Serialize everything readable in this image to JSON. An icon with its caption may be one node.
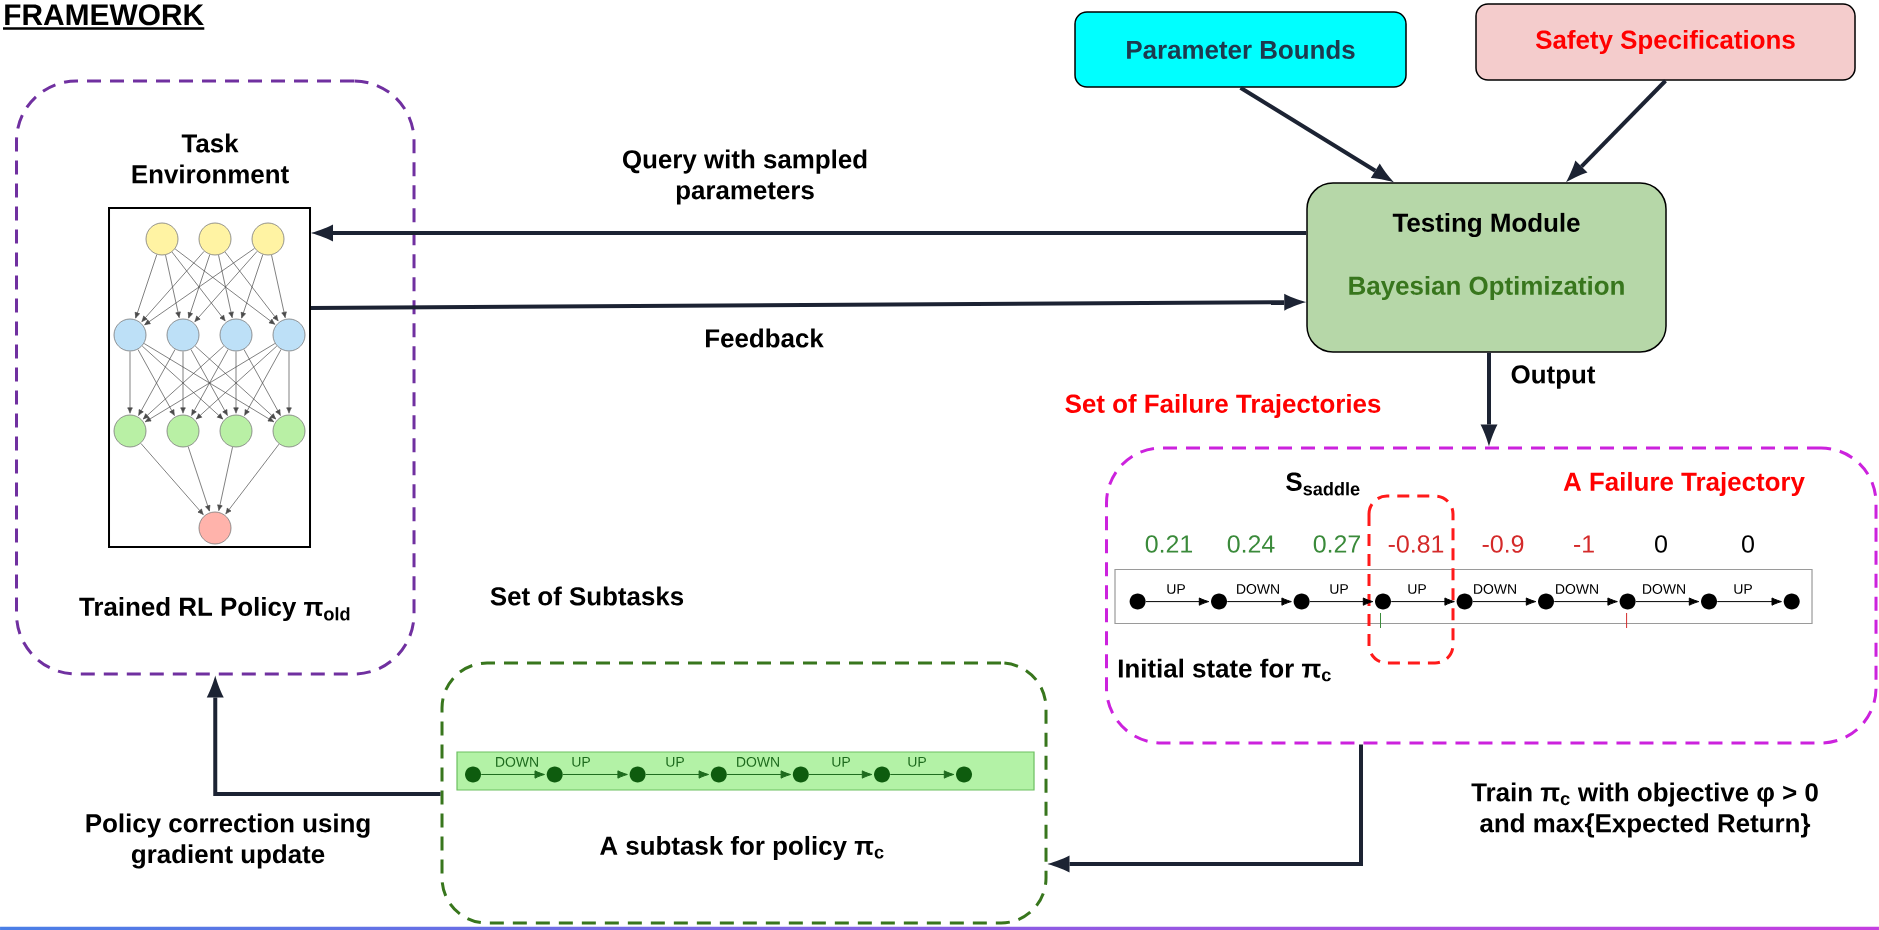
{
  "diagram": {
    "title": "FRAMEWORK",
    "nodes": [
      {
        "text": [
          "Task Environment",
          "Trained RL Policy π$_{old}$"
        ]
      },
      {
        "text": [],
        "shape": "picture",
        "in": 0
      },
      {
        "text": [
          "Parameter Bounds"
        ]
      },
      {
        "text": [
          "Safety Specifications"
        ]
      },
      {
        "text": [
          "Testing Module",
          "Bayesian Optimization"
        ]
      },
      {
        "text": [
          "Set of Failure Trajectories",
          "A Failure Trajectory",
          "Initial state for π$_{c}$"
        ]
      },
      {
        "text": [],
        "shape": "bar",
        "in": 5
      },
      {
        "text": [],
        "shape": "circle",
        "in": 6
      },
      {
        "text": [],
        "shape": "circle",
        "in": 6
      },
      {
        "text": [],
        "shape": "circle",
        "in": 6
      },
      {
        "text": [],
        "shape": "circle",
        "in": 6
      },
      {
        "text": [],
        "shape": "circle",
        "in": 6
      },
      {
        "text": [],
        "shape": "circle",
        "in": 6
      },
      {
        "text": [],
        "shape": "circle",
        "in": 6
      },
      {
        "text": [],
        "shape": "circle",
        "in": 6
      },
      {
        "text": [],
        "shape": "circle",
        "in": 6
      },
      {
        "text": [
          "Set of Subtasks",
          "A subtask for policy π$_{c}$"
        ]
      },
      {
        "text": [],
        "shape": "bar",
        "in": 16
      },
      {
        "text": [],
        "shape": "circle",
        "in": 17
      },
      {
        "text": [],
        "shape": "circle",
        "in": 17
      },
      {
        "text": [],
        "shape": "circle",
        "in": 17
      },
      {
        "text": [],
        "shape": "circle",
        "in": 17
      },
      {
        "text": [],
        "shape": "circle",
        "in": 17
      },
      {
        "text": [],
        "shape": "circle",
        "in": 17
      },
      {
        "text": [],
        "shape": "circle",
        "in": 17
      }
    ],
    "edges": [
      {
        "from": 4,
        "to": 1,
        "arrow": "to",
        "label": "Query with sampled parameters",
        "style": "thick",
        "color": "#1c2333"
      },
      {
        "from": 1,
        "to": 4,
        "arrow": "to",
        "label": "Feedback",
        "style": "thick",
        "color": "#1c2333"
      },
      {
        "from": 2,
        "to": 4,
        "arrow": "to",
        "style": "thick",
        "color": "#1c2333"
      },
      {
        "from": 3,
        "to": 4,
        "arrow": "to",
        "style": "thick",
        "color": "#1c2333"
      },
      {
        "from": 4,
        "to": 5,
        "arrow": "to",
        "label": "Output",
        "style": "thick",
        "color": "#1c2333"
      },
      {
        "from": 5,
        "to": 16,
        "arrow": "to",
        "label": "Train π$_{c}$ with objective φ > 0 and max{Expected Return}",
        "style": "thick",
        "color": "#1c2333"
      },
      {
        "from": 16,
        "to": 0,
        "arrow": "to",
        "label": "Policy correction using gradient update",
        "style": "thick",
        "color": "#1c2333"
      },
      {
        "from": 7,
        "to": 8,
        "arrow": "to",
        "label": "UP"
      },
      {
        "from": 8,
        "to": 9,
        "arrow": "to",
        "label": "DOWN"
      },
      {
        "from": 9,
        "to": 10,
        "arrow": "to",
        "label": "UP"
      },
      {
        "from": 10,
        "to": 11,
        "arrow": "to",
        "label": "UP"
      },
      {
        "from": 11,
        "to": 12,
        "arrow": "to",
        "label": "DOWN"
      },
      {
        "from": 12,
        "to": 13,
        "arrow": "to",
        "label": "DOWN"
      },
      {
        "from": 13,
        "to": 14,
        "arrow": "to",
        "label": "DOWN"
      },
      {
        "from": 14,
        "to": 15,
        "arrow": "to",
        "label": "UP"
      },
      {
        "from": 18,
        "to": 19,
        "arrow": "to",
        "label": "DOWN",
        "color": "#1e6b1e"
      },
      {
        "from": 19,
        "to": 20,
        "arrow": "to",
        "label": "UP",
        "color": "#1e6b1e"
      },
      {
        "from": 20,
        "to": 21,
        "arrow": "to",
        "label": "UP",
        "color": "#1e6b1e"
      },
      {
        "from": 21,
        "to": 22,
        "arrow": "to",
        "label": "DOWN",
        "color": "#1e6b1e"
      },
      {
        "from": 22,
        "to": 23,
        "arrow": "to",
        "label": "UP",
        "color": "#1e6b1e"
      },
      {
        "from": 23,
        "to": 24,
        "arrow": "to",
        "label": "UP",
        "color": "#1e6b1e"
      }
    ],
    "labels": [
      "S$_{saddle}$",
      "0.21",
      "0.24",
      "0.27",
      "-0.81",
      "-0.9",
      "-1",
      "0",
      "0"
    ]
  }
}
